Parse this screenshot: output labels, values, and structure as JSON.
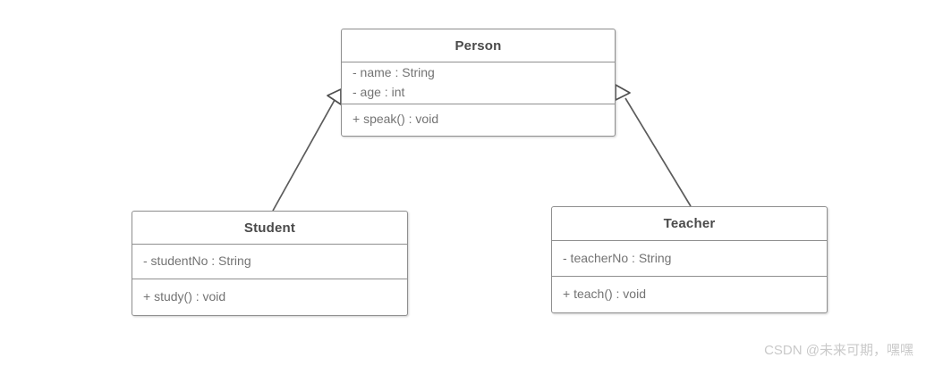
{
  "diagram": {
    "type": "uml-class-diagram",
    "background_color": "#ffffff",
    "border_color": "#8f8f8f",
    "title_text_color": "#4a4a4a",
    "member_text_color": "#737373",
    "classes": [
      {
        "id": "person",
        "name": "Person",
        "attributes": [
          "- name : String",
          "- age : int"
        ],
        "operations": [
          "+ speak() : void"
        ]
      },
      {
        "id": "student",
        "name": "Student",
        "attributes": [
          "- studentNo : String"
        ],
        "operations": [
          "+ study() : void"
        ]
      },
      {
        "id": "teacher",
        "name": "Teacher",
        "attributes": [
          "- teacherNo : String"
        ],
        "operations": [
          "+ teach() : void"
        ]
      }
    ],
    "relationships": [
      {
        "id": "student-extends-person",
        "kind": "generalization",
        "from": "student",
        "to": "person",
        "arrow": "hollow-triangle"
      },
      {
        "id": "teacher-extends-person",
        "kind": "generalization",
        "from": "teacher",
        "to": "person",
        "arrow": "hollow-triangle"
      }
    ]
  },
  "watermark": {
    "text": "CSDN @未来可期，嘿嘿",
    "color": "#c9c9c9"
  }
}
